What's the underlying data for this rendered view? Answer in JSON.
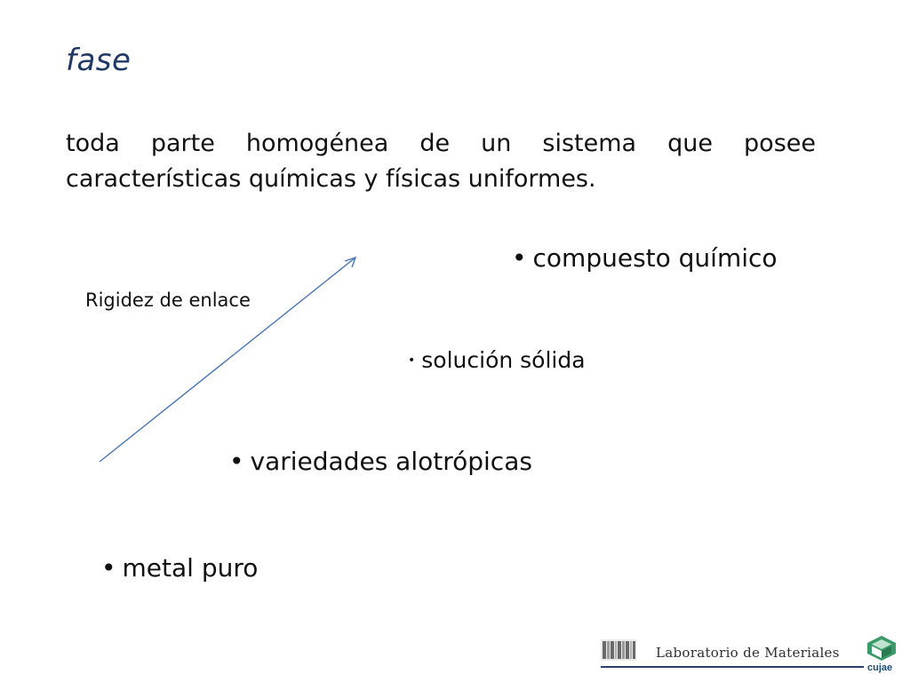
{
  "slide": {
    "title": "fase",
    "definition": "toda parte homogénea de un sistema que posee características químicas y  físicas uniformes.",
    "bullets": {
      "compuesto": "compuesto químico",
      "solucion": "solución  sólida",
      "variedades": "variedades alotrópicas",
      "metal": "metal puro"
    },
    "bullet_glyph": "•",
    "arrow_label": "Rigidez de enlace"
  },
  "footer": {
    "lab_name": "Laboratorio de Materiales",
    "logo_text": "cujae"
  },
  "colors": {
    "title": "#1f3864",
    "arrow": "#4a76b4",
    "footer_rule": "#2e3d6b",
    "cujae_green": "#3a9a6a"
  }
}
